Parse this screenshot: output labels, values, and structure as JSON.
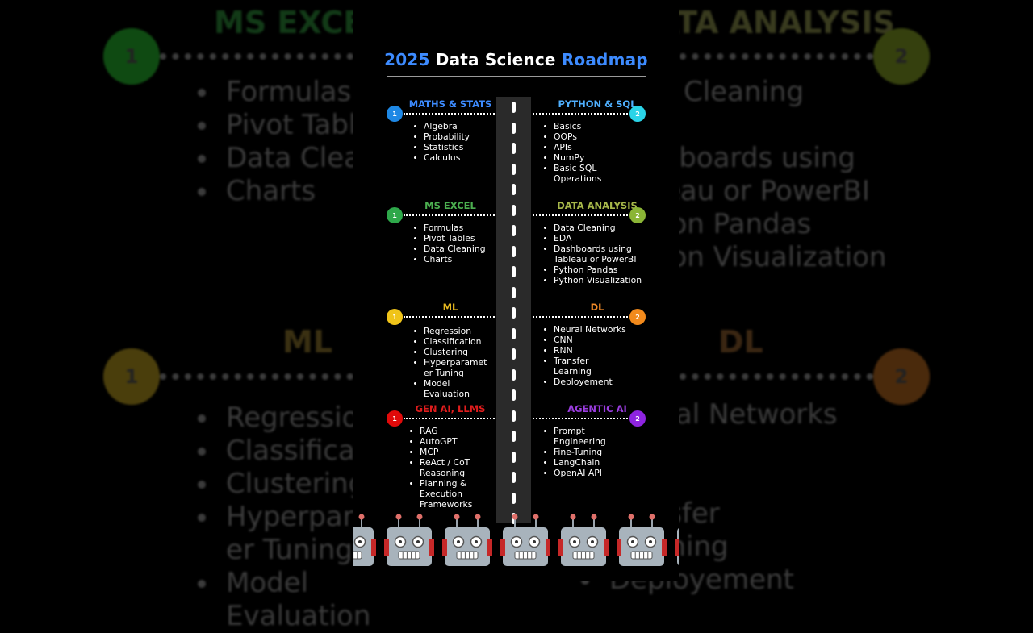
{
  "title": {
    "year": "2025",
    "middle": " Data Science ",
    "last": "Roadmap"
  },
  "colors": {
    "bg": "#000000",
    "title_accent": "#3d8bff",
    "road": "#2a2a2a"
  },
  "sections": [
    {
      "id": "maths",
      "title": "MATHS & STATS",
      "num": "1",
      "color": "#3d8bff",
      "node": "#1e88e5",
      "items": [
        "Algebra",
        "Probability",
        "Statistics",
        "Calculus"
      ]
    },
    {
      "id": "python",
      "title": "PYTHON & SQL",
      "num": "2",
      "color": "#4fb0ff",
      "node": "#2ad4e8",
      "items": [
        "Basics",
        "OOPs",
        "APIs",
        "NumPy",
        "Basic SQL\nOperations"
      ]
    },
    {
      "id": "excel",
      "title": "MS EXCEL",
      "num": "1",
      "color": "#4caf50",
      "node": "#2ea84a",
      "items": [
        "Formulas",
        "Pivot Tables",
        "Data Cleaning",
        "Charts"
      ]
    },
    {
      "id": "analysis",
      "title": "DATA ANALYSIS",
      "num": "2",
      "color": "#a7b84a",
      "node": "#8bb536",
      "items": [
        "Data Cleaning",
        "EDA",
        "Dashboards using\nTableau or PowerBI",
        "Python Pandas",
        "Python Visualization"
      ]
    },
    {
      "id": "ml",
      "title": "ML",
      "num": "1",
      "color": "#e6b820",
      "node": "#f0c419",
      "items": [
        "Regression",
        "Classification",
        "Clustering",
        "Hyperparamet\ner Tuning",
        "Model\nEvaluation"
      ]
    },
    {
      "id": "dl",
      "title": "DL",
      "num": "2",
      "color": "#f08a28",
      "node": "#f28a1c",
      "items": [
        "Neural Networks",
        "CNN",
        "RNN",
        "Transfer\nLearning",
        "Deployement"
      ]
    },
    {
      "id": "genai",
      "title": "GEN AI, LLMS",
      "num": "1",
      "color": "#e11d1d",
      "node": "#e10a0a",
      "items": [
        "RAG",
        "AutoGPT",
        "MCP",
        "ReAct / CoT\nReasoning",
        "Planning &\nExecution\nFrameworks"
      ]
    },
    {
      "id": "agentic",
      "title": "AGENTIC AI",
      "num": "2",
      "color": "#9b3de0",
      "node": "#8e24e0",
      "items": [
        "Prompt\nEngineering",
        "Fine-Tuning",
        "LangChain",
        "OpenAI API"
      ]
    }
  ],
  "icons": {
    "robot": "robot-icon"
  }
}
